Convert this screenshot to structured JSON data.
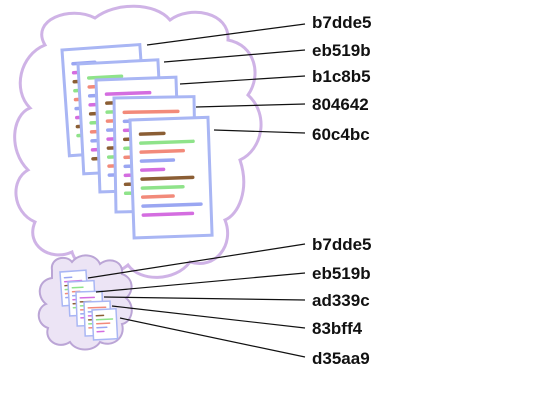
{
  "groups": [
    {
      "id": "large",
      "labels": [
        "b7dde5",
        "eb519b",
        "b1c8b5",
        "804642",
        "60c4bc"
      ]
    },
    {
      "id": "small",
      "labels": [
        "b7dde5",
        "eb519b",
        "ad339c",
        "83bff4",
        "d35aa9"
      ]
    }
  ],
  "colors": {
    "cloud_large_stroke": "#cfb3e6",
    "cloud_large_fill": "#ffffff",
    "cloud_small_stroke": "#bba5d6",
    "cloud_small_fill": "#ece4f5",
    "page_border": "#a9b6f4",
    "page_fill": "#ffffff",
    "leader_line": "#111111",
    "text_line_palette": [
      "#9aa6f2",
      "#8fe38a",
      "#d46de0",
      "#f28a7a",
      "#8b5e34"
    ]
  }
}
